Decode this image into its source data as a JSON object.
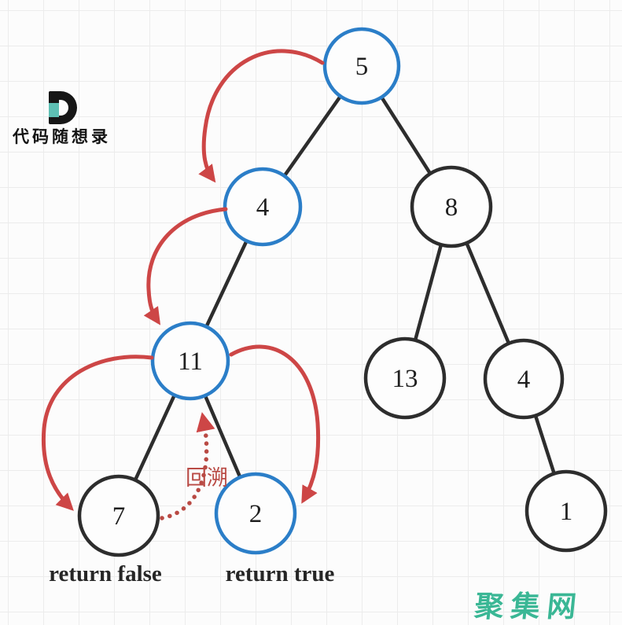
{
  "logo": {
    "letter": "D",
    "name": "代码随想录"
  },
  "watermark": {
    "text": "聚集网"
  },
  "colors": {
    "node_highlight": "#2b7ec8",
    "node_default": "#2d2d2d",
    "arrow_red": "#cd4646",
    "backtrack_red": "#b94a44",
    "watermark_teal": "#3ab795",
    "logo_accent_teal": "#5ec0b4"
  },
  "tree": {
    "nodes": [
      {
        "value": "5",
        "state": "highlighted"
      },
      {
        "value": "4",
        "state": "highlighted"
      },
      {
        "value": "8",
        "state": "default"
      },
      {
        "value": "11",
        "state": "highlighted"
      },
      {
        "value": "13",
        "state": "default"
      },
      {
        "value": "4",
        "state": "default"
      },
      {
        "value": "7",
        "state": "default"
      },
      {
        "value": "2",
        "state": "highlighted"
      },
      {
        "value": "1",
        "state": "default"
      }
    ],
    "edges": [
      [
        "5",
        "4"
      ],
      [
        "5",
        "8"
      ],
      [
        "4",
        "11"
      ],
      [
        "11",
        "7"
      ],
      [
        "11",
        "2"
      ],
      [
        "8",
        "13"
      ],
      [
        "8",
        "4"
      ],
      [
        "4",
        "1"
      ]
    ]
  },
  "traversal_arrows": [
    {
      "from": "5",
      "to": "4",
      "style": "solid-curve"
    },
    {
      "from": "4",
      "to": "11",
      "style": "solid-curve"
    },
    {
      "from": "11",
      "to": "7",
      "style": "solid-curve"
    },
    {
      "from": "11",
      "to": "2",
      "style": "solid-curve"
    },
    {
      "from": "7",
      "to": "11",
      "style": "dotted",
      "label": "回溯"
    }
  ],
  "annotations": {
    "backtrack": "回溯",
    "result_left": "return false",
    "result_right": "return true"
  }
}
